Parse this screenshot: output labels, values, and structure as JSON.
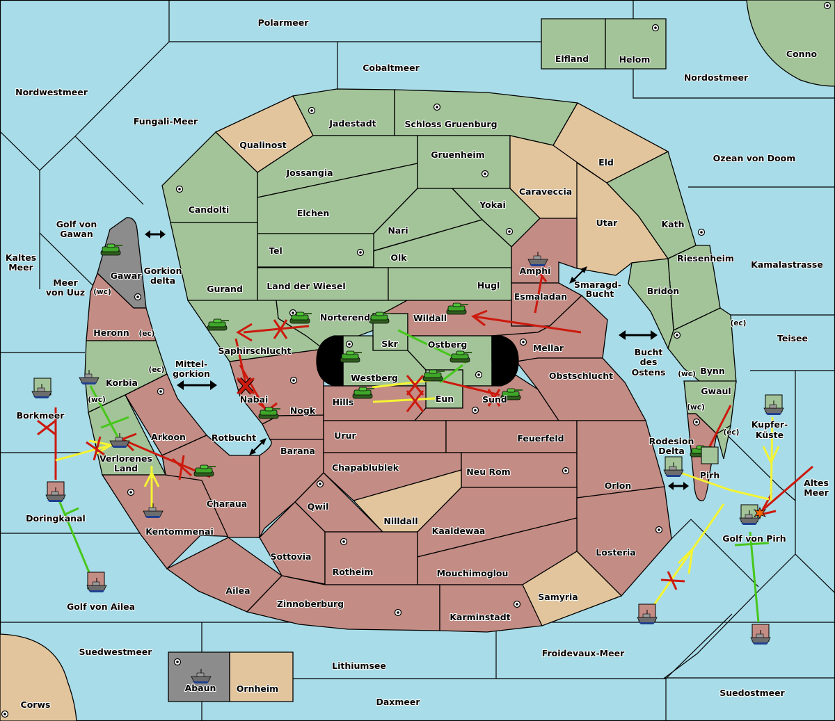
{
  "colors": {
    "sea": "#a8dce8",
    "green_power": "#a3c499",
    "red_power": "#c38c84",
    "tan_neutral": "#e2c59c",
    "gray_power": "#8c8c8c",
    "order_hold_fail": "#cc1a0e",
    "order_support": "#f4f434",
    "order_convoy": "#47c71b",
    "dislodged_marker": "#ff6600"
  },
  "territories": [
    {
      "id": "polarmeer",
      "label": "Polarmeer",
      "type": "sea"
    },
    {
      "id": "cobaltmeer",
      "label": "Cobaltmeer",
      "type": "sea"
    },
    {
      "id": "nordwestmeer",
      "label": "Nordwestmeer",
      "type": "sea"
    },
    {
      "id": "fungali",
      "label": "Fungali-Meer",
      "type": "sea"
    },
    {
      "id": "nordostmeer",
      "label": "Nordostmeer",
      "type": "sea"
    },
    {
      "id": "ozean",
      "label": "Ozean von Doom",
      "type": "sea"
    },
    {
      "id": "kamala",
      "label": "Kamalastrasse",
      "type": "sea"
    },
    {
      "id": "teisee",
      "label": "Teisee",
      "type": "sea"
    },
    {
      "id": "altes",
      "label": "Altes Meer",
      "type": "sea"
    },
    {
      "id": "kupfer",
      "label": "Kupfer-Küste",
      "type": "sea"
    },
    {
      "id": "golfpirh",
      "label": "Golf von Pirh",
      "type": "sea"
    },
    {
      "id": "suedostmeer",
      "label": "Suedostmeer",
      "type": "sea"
    },
    {
      "id": "froidevaux",
      "label": "Froidevaux-Meer",
      "type": "sea"
    },
    {
      "id": "lithiumsee",
      "label": "Lithiumsee",
      "type": "sea"
    },
    {
      "id": "daxmeer",
      "label": "Daxmeer",
      "type": "sea"
    },
    {
      "id": "suedwestmeer",
      "label": "Suedwestmeer",
      "type": "sea"
    },
    {
      "id": "golfailea",
      "label": "Golf von Ailea",
      "type": "sea"
    },
    {
      "id": "doringkanal",
      "label": "Doringkanal",
      "type": "sea"
    },
    {
      "id": "borkmeer",
      "label": "Borkmeer",
      "type": "sea"
    },
    {
      "id": "kaltes",
      "label": "Kaltes Meer",
      "type": "sea"
    },
    {
      "id": "meeruuz",
      "label": "Meer von Uuz",
      "type": "sea"
    },
    {
      "id": "golfgawan",
      "label": "Golf von Gawan",
      "type": "sea"
    },
    {
      "id": "gorkiondelta",
      "label": "Gorkion delta",
      "type": "sea"
    },
    {
      "id": "mittelgorkion",
      "label": "Mittel-gorkion",
      "type": "sea"
    },
    {
      "id": "rotbucht",
      "label": "Rotbucht",
      "type": "sea"
    },
    {
      "id": "smaragd",
      "label": "Smaragd-Bucht",
      "type": "sea"
    },
    {
      "id": "buchtostens",
      "label": "Bucht des Ostens",
      "type": "sea"
    },
    {
      "id": "rodesion",
      "label": "Rodesion Delta",
      "type": "sea"
    },
    {
      "id": "elfland",
      "label": "Elfland",
      "type": "land",
      "owner": "green"
    },
    {
      "id": "helom",
      "label": "Helom",
      "type": "land",
      "owner": "green",
      "supply_center": true
    },
    {
      "id": "conno",
      "label": "Conno",
      "type": "land",
      "owner": "green",
      "supply_center": true
    },
    {
      "id": "qualinost",
      "label": "Qualinost",
      "type": "land",
      "owner": "tan"
    },
    {
      "id": "jadestadt",
      "label": "Jadestadt",
      "type": "land",
      "owner": "green",
      "supply_center": true
    },
    {
      "id": "schloss",
      "label": "Schloss Gruenburg",
      "type": "land",
      "owner": "green",
      "supply_center": true
    },
    {
      "id": "jossangia",
      "label": "Jossangia",
      "type": "land",
      "owner": "green"
    },
    {
      "id": "gruenheim",
      "label": "Gruenheim",
      "type": "land",
      "owner": "green",
      "supply_center": true
    },
    {
      "id": "caraveccia",
      "label": "Caraveccia",
      "type": "land",
      "owner": "tan"
    },
    {
      "id": "eld",
      "label": "Eld",
      "type": "land",
      "owner": "tan"
    },
    {
      "id": "candolti",
      "label": "Candolti",
      "type": "land",
      "owner": "green",
      "supply_center": true
    },
    {
      "id": "elchen",
      "label": "Elchen",
      "type": "land",
      "owner": "green"
    },
    {
      "id": "nari",
      "label": "Nari",
      "type": "land",
      "owner": "green"
    },
    {
      "id": "yokai",
      "label": "Yokai",
      "type": "land",
      "owner": "green",
      "supply_center": true
    },
    {
      "id": "utar",
      "label": "Utar",
      "type": "land",
      "owner": "tan"
    },
    {
      "id": "kath",
      "label": "Kath",
      "type": "land",
      "owner": "green",
      "supply_center": true
    },
    {
      "id": "tel",
      "label": "Tel",
      "type": "land",
      "owner": "green",
      "supply_center": true
    },
    {
      "id": "olk",
      "label": "Olk",
      "type": "land",
      "owner": "green"
    },
    {
      "id": "gurand",
      "label": "Gurand",
      "type": "land",
      "owner": "green"
    },
    {
      "id": "landwiesel",
      "label": "Land der Wiesel",
      "type": "land",
      "owner": "green"
    },
    {
      "id": "hugl",
      "label": "Hugl",
      "type": "land",
      "owner": "green"
    },
    {
      "id": "amphi",
      "label": "Amphi",
      "type": "land",
      "owner": "red"
    },
    {
      "id": "esmaladan",
      "label": "Esmaladan",
      "type": "land",
      "owner": "red"
    },
    {
      "id": "riesenheim",
      "label": "Riesenheim",
      "type": "land",
      "owner": "green"
    },
    {
      "id": "bridon",
      "label": "Bridon",
      "type": "land",
      "owner": "green",
      "supply_center": true
    },
    {
      "id": "gawar",
      "label": "Gawar",
      "type": "land",
      "owner": "gray",
      "supply_center": true
    },
    {
      "id": "heronn",
      "label": "Heronn",
      "type": "land",
      "owner": "red",
      "coasts": [
        "(wc)",
        "(ec)"
      ]
    },
    {
      "id": "norterend",
      "label": "Norterend",
      "type": "land",
      "owner": "green",
      "supply_center": true
    },
    {
      "id": "saphir",
      "label": "Saphirschlucht",
      "type": "land",
      "owner": "green"
    },
    {
      "id": "skr",
      "label": "Skr",
      "type": "land",
      "owner": "green"
    },
    {
      "id": "wildall",
      "label": "Wildall",
      "type": "land",
      "owner": "red"
    },
    {
      "id": "ostberg",
      "label": "Ostberg",
      "type": "land",
      "owner": "green",
      "supply_center": true
    },
    {
      "id": "westberg",
      "label": "Westberg",
      "type": "land",
      "owner": "green",
      "supply_center": true
    },
    {
      "id": "mellar",
      "label": "Mellar",
      "type": "land",
      "owner": "red",
      "supply_center": true
    },
    {
      "id": "korbia",
      "label": "Korbia",
      "type": "land",
      "owner": "green",
      "coasts": [
        "(ec)",
        "(wc)"
      ]
    },
    {
      "id": "nabai",
      "label": "Nabai",
      "type": "land",
      "owner": "red",
      "supply_center": true
    },
    {
      "id": "nogk",
      "label": "Nogk",
      "type": "land",
      "owner": "red"
    },
    {
      "id": "hills",
      "label": "Hills",
      "type": "land",
      "owner": "red"
    },
    {
      "id": "eun",
      "label": "Eun",
      "type": "land",
      "owner": "green"
    },
    {
      "id": "sund",
      "label": "Sund",
      "type": "land",
      "owner": "red",
      "supply_center": true
    },
    {
      "id": "obstschlucht",
      "label": "Obstschlucht",
      "type": "land",
      "owner": "red"
    },
    {
      "id": "teisee_coast_bynn",
      "label": "Bynn",
      "type": "land",
      "owner": "green",
      "coasts": [
        "(ec)",
        "(wc)"
      ]
    },
    {
      "id": "gwaul",
      "label": "Gwaul",
      "type": "land",
      "owner": "green",
      "coasts": [
        "(wc)",
        "(ec)"
      ]
    },
    {
      "id": "arkoon",
      "label": "Arkoon",
      "type": "land",
      "owner": "red"
    },
    {
      "id": "verlorenes",
      "label": "Verlorenes Land",
      "type": "land",
      "owner": "green"
    },
    {
      "id": "barana",
      "label": "Barana",
      "type": "land",
      "owner": "red"
    },
    {
      "id": "urur",
      "label": "Urur",
      "type": "land",
      "owner": "red"
    },
    {
      "id": "feuerfeld",
      "label": "Feuerfeld",
      "type": "land",
      "owner": "red"
    },
    {
      "id": "pirh",
      "label": "Pirh",
      "type": "land",
      "owner": "red",
      "supply_center": true
    },
    {
      "id": "chapablublek",
      "label": "Chapablublek",
      "type": "land",
      "owner": "red"
    },
    {
      "id": "neurom",
      "label": "Neu Rom",
      "type": "land",
      "owner": "red",
      "supply_center": true
    },
    {
      "id": "orlon",
      "label": "Orlon",
      "type": "land",
      "owner": "red"
    },
    {
      "id": "charaua",
      "label": "Charaua",
      "type": "land",
      "owner": "red"
    },
    {
      "id": "qwil",
      "label": "Qwil",
      "type": "land",
      "owner": "red",
      "supply_center": true
    },
    {
      "id": "nilldall",
      "label": "Nilldall",
      "type": "land",
      "owner": "tan"
    },
    {
      "id": "kentommenai",
      "label": "Kentommenai",
      "type": "land",
      "owner": "red",
      "supply_center": true
    },
    {
      "id": "kaaldewaa",
      "label": "Kaaldewaa",
      "type": "land",
      "owner": "red"
    },
    {
      "id": "losteria",
      "label": "Losteria",
      "type": "land",
      "owner": "red",
      "supply_center": true
    },
    {
      "id": "sottovia",
      "label": "Sottovia",
      "type": "land",
      "owner": "red"
    },
    {
      "id": "rotheim",
      "label": "Rotheim",
      "type": "land",
      "owner": "red",
      "supply_center": true
    },
    {
      "id": "mouchimoglou",
      "label": "Mouchimoglou",
      "type": "land",
      "owner": "red"
    },
    {
      "id": "ailea",
      "label": "Ailea",
      "type": "land",
      "owner": "red"
    },
    {
      "id": "samyria",
      "label": "Samyria",
      "type": "land",
      "owner": "tan"
    },
    {
      "id": "zinnoberburg",
      "label": "Zinnoberburg",
      "type": "land",
      "owner": "red",
      "supply_center": true
    },
    {
      "id": "karminstadt",
      "label": "Karminstadt",
      "type": "land",
      "owner": "red",
      "supply_center": true
    },
    {
      "id": "abaun",
      "label": "Abaun",
      "type": "land",
      "owner": "gray",
      "supply_center": true
    },
    {
      "id": "ornheim",
      "label": "Ornheim",
      "type": "land",
      "owner": "tan"
    },
    {
      "id": "corws",
      "label": "Corws",
      "type": "land",
      "owner": "tan",
      "supply_center": true
    }
  ],
  "units": [
    {
      "type": "army",
      "owner": "green",
      "location": "Gawar"
    },
    {
      "type": "army",
      "owner": "green",
      "location": "Saphirschlucht"
    },
    {
      "type": "army",
      "owner": "green",
      "location": "Norterend"
    },
    {
      "type": "army",
      "owner": "green",
      "location": "Skr"
    },
    {
      "type": "army",
      "owner": "green",
      "location": "Wildall"
    },
    {
      "type": "army",
      "owner": "green",
      "location": "Westberg"
    },
    {
      "type": "army",
      "owner": "green",
      "location": "Ostberg"
    },
    {
      "type": "army",
      "owner": "green",
      "location": "Hills"
    },
    {
      "type": "army",
      "owner": "green",
      "location": "Eun"
    },
    {
      "type": "army",
      "owner": "green",
      "location": "Sund"
    },
    {
      "type": "army",
      "owner": "green",
      "location": "Nogk"
    },
    {
      "type": "army",
      "owner": "green",
      "location": "Charaua"
    },
    {
      "type": "army",
      "owner": "green",
      "location": "Pirh"
    },
    {
      "type": "fleet",
      "owner": "red",
      "location": "Amphi"
    },
    {
      "type": "fleet",
      "owner": "green",
      "location": "Korbia"
    },
    {
      "type": "fleet",
      "owner": "green",
      "location": "Verlorenes Land"
    },
    {
      "type": "fleet",
      "owner": "green",
      "location": "Borkmeer"
    },
    {
      "type": "fleet",
      "owner": "red",
      "location": "Doringkanal"
    },
    {
      "type": "fleet",
      "owner": "red",
      "location": "Golf von Ailea"
    },
    {
      "type": "fleet",
      "owner": "red",
      "location": "Kentommenai"
    },
    {
      "type": "fleet",
      "owner": "green",
      "location": "Rodesion Delta"
    },
    {
      "type": "fleet",
      "owner": "green",
      "location": "Kupfer-Küste"
    },
    {
      "type": "fleet",
      "owner": "green",
      "location": "Golf von Pirh",
      "dislodged": true
    },
    {
      "type": "fleet",
      "owner": "red",
      "location": "Froidevaux-Meer"
    },
    {
      "type": "fleet",
      "owner": "red",
      "location": "Suedostmeer"
    },
    {
      "type": "fleet",
      "owner": "gray",
      "location": "Abaun"
    }
  ],
  "labels": {
    "polarmeer": "Polarmeer",
    "cobaltmeer": "Cobaltmeer",
    "nordwestmeer": "Nordwestmeer",
    "fungali": "Fungali-Meer",
    "nordostmeer": "Nordostmeer",
    "ozean": "Ozean von Doom",
    "kamala": "Kamalastrasse",
    "teisee": "Teisee",
    "altes1": "Altes",
    "altes2": "Meer",
    "kupfer1": "Kupfer-",
    "kupfer2": "Küste",
    "golfpirh": "Golf von Pirh",
    "suedostmeer": "Suedostmeer",
    "froidevaux": "Froidevaux-Meer",
    "lithiumsee": "Lithiumsee",
    "daxmeer": "Daxmeer",
    "suedwestmeer": "Suedwestmeer",
    "golfailea": "Golf von Ailea",
    "doringkanal": "Doringkanal",
    "borkmeer": "Borkmeer",
    "kaltes1": "Kaltes",
    "kaltes2": "Meer",
    "uuz1": "Meer",
    "uuz2": "von Uuz",
    "gawan1": "Golf von",
    "gawan2": "Gawan",
    "gorkion1": "Gorkion",
    "gorkion2": "delta",
    "mittel1": "Mittel-",
    "mittel2": "gorkion",
    "rotbucht": "Rotbucht",
    "smaragd1": "Smaragd-",
    "smaragd2": "Bucht",
    "osten1": "Bucht",
    "osten2": "des",
    "osten3": "Ostens",
    "rodesion1": "Rodesion",
    "rodesion2": "Delta",
    "elfland": "Elfland",
    "helom": "Helom",
    "conno": "Conno",
    "qualinost": "Qualinost",
    "jadestadt": "Jadestadt",
    "schloss": "Schloss Gruenburg",
    "jossangia": "Jossangia",
    "gruenheim": "Gruenheim",
    "caraveccia": "Caraveccia",
    "eld": "Eld",
    "candolti": "Candolti",
    "elchen": "Elchen",
    "nari": "Nari",
    "yokai": "Yokai",
    "utar": "Utar",
    "kath": "Kath",
    "tel": "Tel",
    "olk": "Olk",
    "gurand": "Gurand",
    "landwiesel": "Land der Wiesel",
    "hugl": "Hugl",
    "amphi": "Amphi",
    "esmaladan": "Esmaladan",
    "riesenheim": "Riesenheim",
    "bridon": "Bridon",
    "gawar": "Gawar",
    "heronn": "Heronn",
    "norterend": "Norterend",
    "saphir": "Saphirschlucht",
    "skr": "Skr",
    "wildall": "Wildall",
    "ostberg": "Ostberg",
    "westberg": "Westberg",
    "mellar": "Mellar",
    "korbia": "Korbia",
    "nabai": "Nabai",
    "nogk": "Nogk",
    "hills": "Hills",
    "eun": "Eun",
    "sund": "Sund",
    "obstschlucht": "Obstschlucht",
    "bynn": "Bynn",
    "gwaul": "Gwaul",
    "arkoon": "Arkoon",
    "verlorenes1": "Verlorenes",
    "verlorenes2": "Land",
    "barana": "Barana",
    "urur": "Urur",
    "feuerfeld": "Feuerfeld",
    "pirh": "Pirh",
    "chapablublek": "Chapablublek",
    "neurom": "Neu Rom",
    "orlon": "Orlon",
    "charaua": "Charaua",
    "qwil": "Qwil",
    "nilldall": "Nilldall",
    "kentommenai": "Kentommenai",
    "kaaldewaa": "Kaaldewaa",
    "losteria": "Losteria",
    "sottovia": "Sottovia",
    "rotheim": "Rotheim",
    "mouchimoglou": "Mouchimoglou",
    "ailea": "Ailea",
    "samyria": "Samyria",
    "zinnoberburg": "Zinnoberburg",
    "karminstadt": "Karminstadt",
    "abaun": "Abaun",
    "ornheim": "Ornheim",
    "corws": "Corws",
    "wc": "(wc)",
    "ec": "(ec)"
  }
}
